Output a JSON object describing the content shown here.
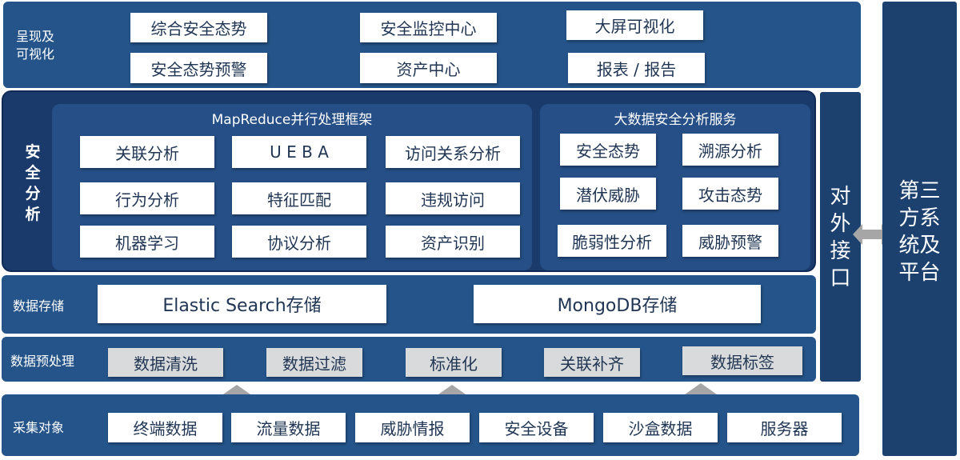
{
  "presentation": {
    "label": "呈现及\n可视化",
    "items": [
      "综合安全态势",
      "安全监控中心",
      "大屏可视化",
      "安全态势预警",
      "资产中心",
      "报表 / 报告"
    ]
  },
  "security": {
    "label": "安\n全\n分\n析",
    "mapreduce": {
      "title": "MapReduce并行处理框架",
      "items": [
        "关联分析",
        "U E B A",
        "访问关系分析",
        "行为分析",
        "特征匹配",
        "违规访问",
        "机器学习",
        "协议分析",
        "资产识别"
      ]
    },
    "bigdata": {
      "title": "大数据安全分析服务",
      "items": [
        "安全态势",
        "溯源分析",
        "潜伏威胁",
        "攻击态势",
        "脆弱性分析",
        "威胁预警"
      ]
    }
  },
  "storage": {
    "label": "数据存储",
    "items": [
      "Elastic Search存储",
      "MongoDB存储"
    ]
  },
  "preprocess": {
    "label": "数据预处理",
    "items": [
      "数据清洗",
      "数据过滤",
      "标准化",
      "关联补齐",
      "数据标签"
    ]
  },
  "collect": {
    "label": "采集对象",
    "items": [
      "终端数据",
      "流量数据",
      "威胁情报",
      "安全设备",
      "沙盒数据",
      "服务器"
    ]
  },
  "external_interface": "对\n外\n接\n口",
  "third_party": "第三\n方系\n统及\n平台",
  "colors": {
    "band": "#24548a",
    "dark_band": "#1a3a6c",
    "side": "#1d416f",
    "arrow": "#a6a6a6"
  }
}
